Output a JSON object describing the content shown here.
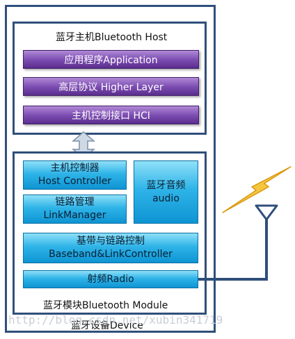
{
  "device": {
    "label": "蓝牙设备Device"
  },
  "host": {
    "title": "蓝牙主机Bluetooth  Host",
    "layers": [
      {
        "label": "应用程序Application"
      },
      {
        "label": "高层协议  Higher Layer"
      },
      {
        "label": "主机控制接口  HCI"
      }
    ]
  },
  "module": {
    "title": "蓝牙模块Bluetooth  Module",
    "host_controller": {
      "line1": "主机控制器",
      "line2": "Host  Controller"
    },
    "link_manager": {
      "line1": "链路管理",
      "line2": "LinkManager"
    },
    "audio": {
      "line1": "蓝牙音频",
      "line2": "audio"
    },
    "baseband": {
      "line1": "基带与链路控制",
      "line2": "Baseband&LinkController"
    },
    "radio": {
      "label": "射频Radio"
    }
  },
  "watermark": {
    "text": "http://blog.csdn.net/xubin341719"
  },
  "colors": {
    "frame": "#2f4f7a",
    "purple": "#7e4fb3",
    "blue": "#1aa4df",
    "cable": "#2f4f7a",
    "signal": "#f0b22a"
  },
  "icons": {
    "antenna": "antenna-icon",
    "signal": "lightning-signal-icon",
    "arrow": "double-arrow-icon"
  }
}
